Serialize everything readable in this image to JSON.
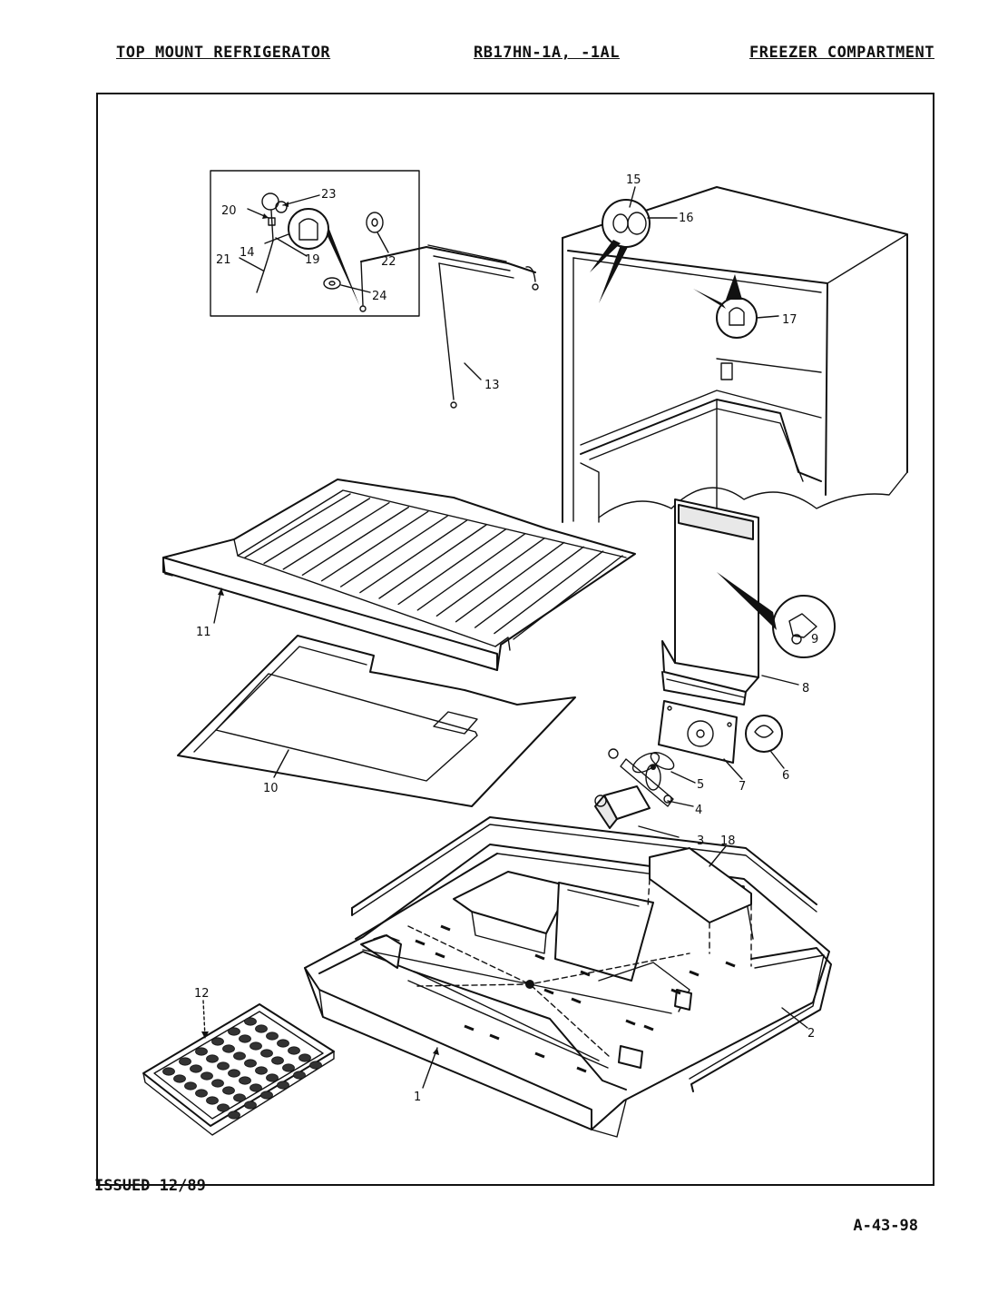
{
  "header": {
    "left": "TOP MOUNT REFRIGERATOR",
    "model": "RB17HN-1A, -1AL",
    "section": "FREEZER COMPARTMENT"
  },
  "footer": {
    "issued": "ISSUED 12/89",
    "page_code": "A-43-98"
  },
  "callouts": {
    "c1": "1",
    "c2": "2",
    "c3": "3",
    "c4": "4",
    "c5": "5",
    "c6": "6",
    "c7": "7",
    "c8": "8",
    "c9": "9",
    "c10": "10",
    "c11": "11",
    "c12": "12",
    "c13": "13",
    "c14": "14",
    "c15": "15",
    "c16": "16",
    "c17": "17",
    "c18": "18",
    "c19": "19",
    "c20": "20",
    "c21": "21",
    "c22": "22",
    "c23": "23",
    "c24": "24"
  }
}
